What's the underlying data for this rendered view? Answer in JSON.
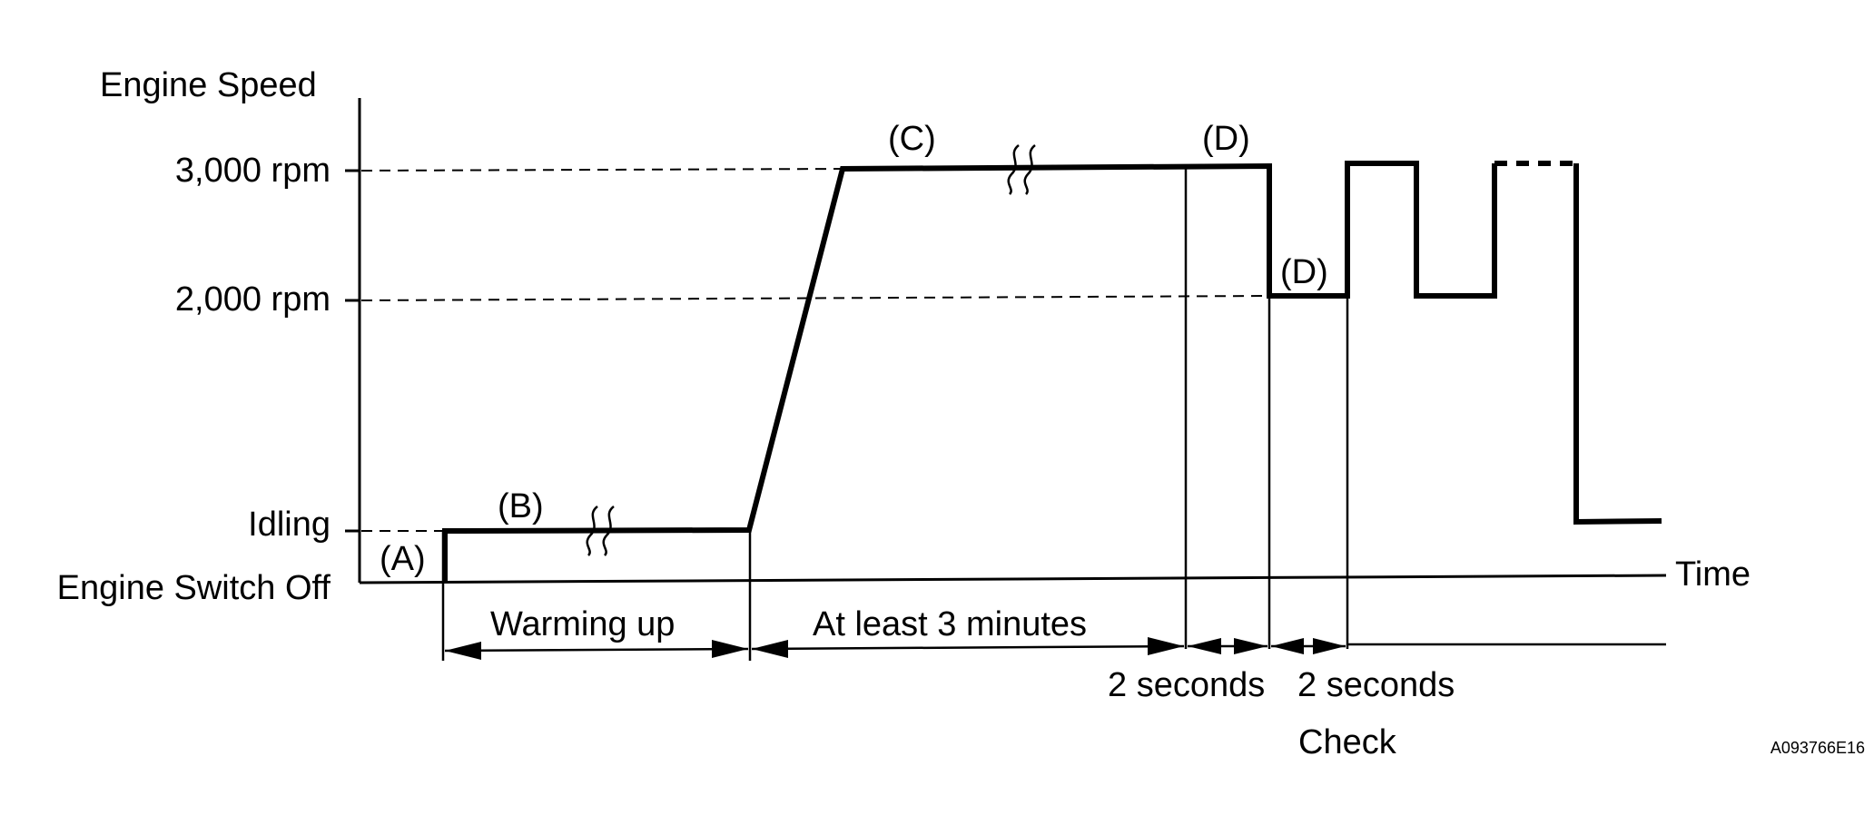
{
  "diagram": {
    "y_axis_title": "Engine Speed",
    "x_axis_title": "Time",
    "y_levels": {
      "rpm_3000": "3,000 rpm",
      "rpm_2000": "2,000 rpm",
      "idling": "Idling",
      "off": "Engine Switch Off"
    },
    "points": {
      "a": "(A)",
      "b": "(B)",
      "c": "(C)",
      "d1": "(D)",
      "d2": "(D)"
    },
    "intervals": {
      "warming_up": "Warming up",
      "at_least": "At least 3 minutes",
      "two_sec_1": "2 seconds",
      "two_sec_2": "2 seconds",
      "check": "Check"
    },
    "figure_code": "A093766E16"
  }
}
